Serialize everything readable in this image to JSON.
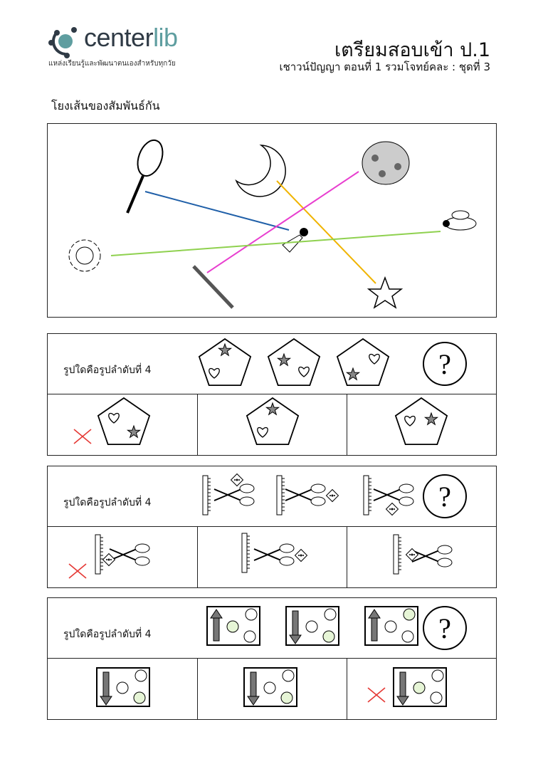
{
  "header": {
    "logo": "centerlib",
    "logo_brand_suffix": "lib",
    "logo_prefix": "center",
    "tagline": "แหล่งเรียนรู้และพัฒนาตนเองสำหรับทุกวัย",
    "title": "เตรียมสอบเข้า ป.1",
    "subtitle": "เชาวน์ปัญญา ตอนที่ 1 รวมโจทย์คละ : ชุดที่ 3"
  },
  "matching": {
    "instruction": "โยงเส้นของสัมพันธ์กัน",
    "items": [
      "racket",
      "moon",
      "palette",
      "flower",
      "shuttlecock",
      "bee",
      "brush",
      "star"
    ],
    "lines": [
      {
        "from": "racket",
        "to": "shuttlecock",
        "color": "#1f5fa8"
      },
      {
        "from": "moon",
        "to": "star",
        "color": "#f0b400"
      },
      {
        "from": "palette",
        "to": "brush",
        "color": "#e83ecf"
      },
      {
        "from": "flower",
        "to": "bee",
        "color": "#8fd14f"
      }
    ]
  },
  "questions": [
    {
      "label": "รูปใดคือรูปลำดับที่ 4",
      "question_mark": "?",
      "crossed_option": 1
    },
    {
      "label": "รูปใดคือรูปลำดับที่ 4",
      "question_mark": "?",
      "crossed_option": 1
    },
    {
      "label": "รูปใดคือรูปลำดับที่ 4",
      "question_mark": "?",
      "crossed_option": 3
    }
  ],
  "colors": {
    "cross": "#e53935"
  }
}
